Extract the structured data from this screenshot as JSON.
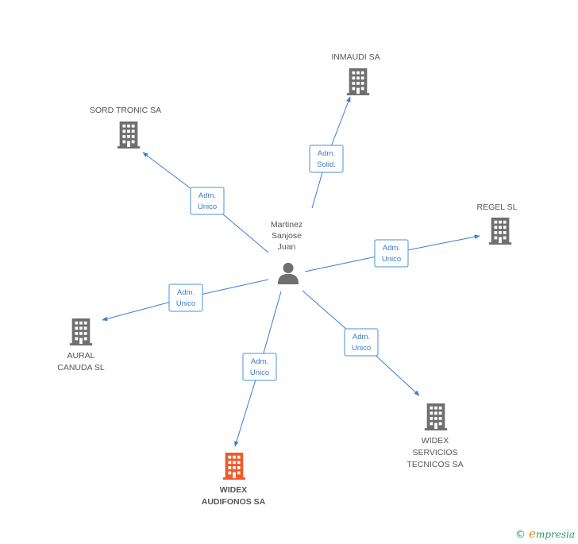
{
  "colors": {
    "edge": "#3a7bd5",
    "building": "#6f6f6f",
    "highlight": "#f05a28",
    "person": "#6f6f6f"
  },
  "center": {
    "name_lines": [
      "Martinez",
      "Sanjose",
      "Juan"
    ],
    "icon": "person-icon"
  },
  "nodes": [
    {
      "id": "inmaudi",
      "label_lines": [
        "INMAUDI SA"
      ],
      "icon": "building-icon",
      "highlight": false,
      "edge_label": [
        "Adm.",
        "Solid."
      ]
    },
    {
      "id": "sord-tronic",
      "label_lines": [
        "SORD TRONIC SA"
      ],
      "icon": "building-icon",
      "highlight": false,
      "edge_label": [
        "Adm.",
        "Unico"
      ]
    },
    {
      "id": "regel",
      "label_lines": [
        "REGEL SL"
      ],
      "icon": "building-icon",
      "highlight": false,
      "edge_label": [
        "Adm.",
        "Unico"
      ]
    },
    {
      "id": "aural-canuda",
      "label_lines": [
        "AURAL",
        "CANUDA SL"
      ],
      "icon": "building-icon",
      "highlight": false,
      "edge_label": [
        "Adm.",
        "Unico"
      ]
    },
    {
      "id": "widex-servicios",
      "label_lines": [
        "WIDEX",
        "SERVICIOS",
        "TECNICOS SA"
      ],
      "icon": "building-icon",
      "highlight": false,
      "edge_label": [
        "Adm.",
        "Unico"
      ]
    },
    {
      "id": "widex-audifonos",
      "label_lines": [
        "WIDEX",
        "AUDIFONOS SA"
      ],
      "icon": "building-icon",
      "highlight": true,
      "edge_label": [
        "Adm.",
        "Unico"
      ]
    }
  ],
  "footer": {
    "copyright_symbol": "©",
    "brand_initial": "e",
    "brand_rest": "mpresia"
  }
}
